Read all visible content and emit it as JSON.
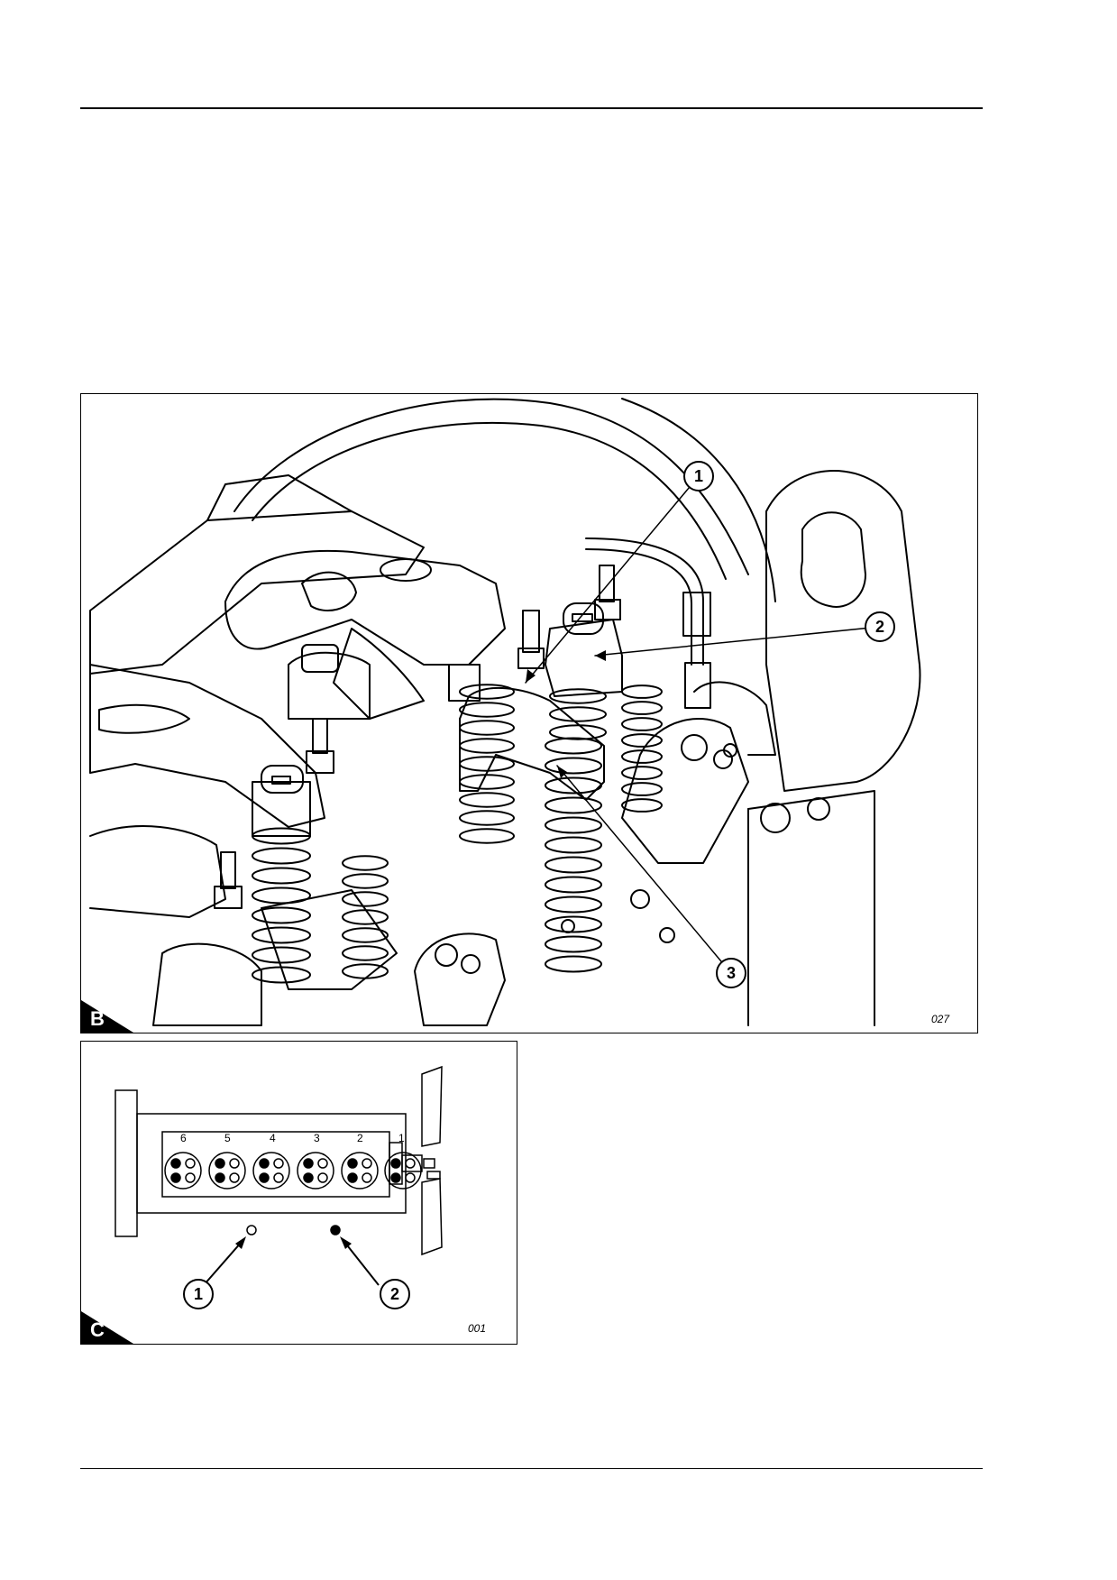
{
  "figure_b": {
    "letter": "B",
    "ref_code": "027",
    "callouts": [
      "1",
      "2",
      "3"
    ]
  },
  "figure_c": {
    "letter": "C",
    "ref_code": "001",
    "cylinder_numbers": [
      "6",
      "5",
      "4",
      "3",
      "2",
      "1"
    ],
    "callouts": [
      "1",
      "2"
    ]
  }
}
